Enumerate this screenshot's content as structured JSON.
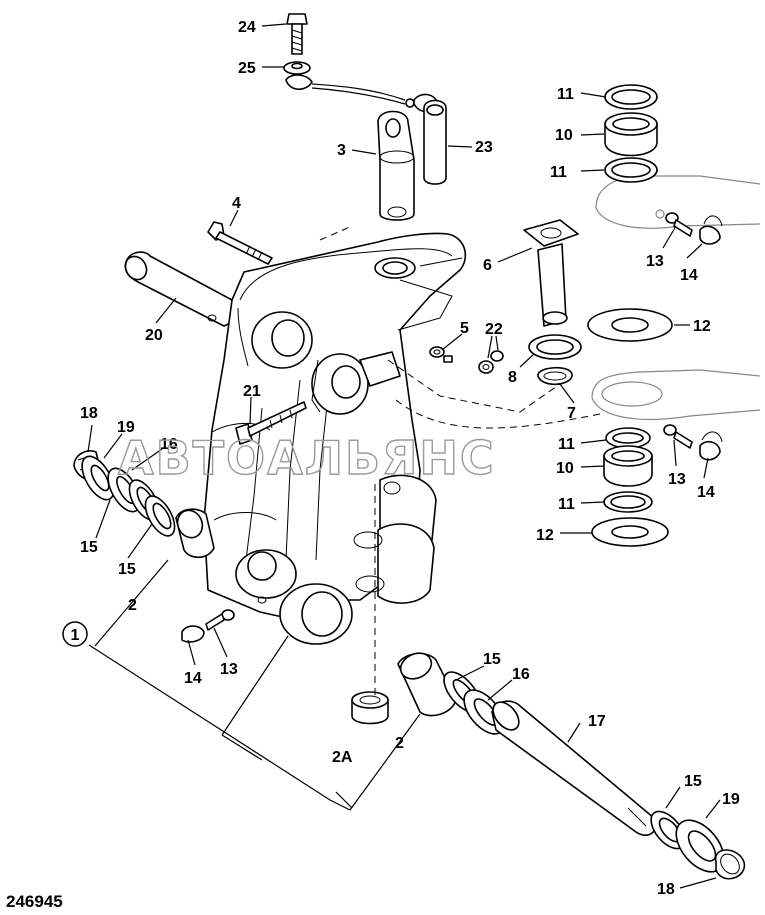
{
  "figure_number": "246945",
  "watermark": "АВТОАЛЬЯНС",
  "callouts": {
    "c1": "1",
    "c2a": "2",
    "c2b": "2",
    "c2A": "2A",
    "c3": "3",
    "c4": "4",
    "c5": "5",
    "c6": "6",
    "c7": "7",
    "c8": "8",
    "c10a": "10",
    "c10b": "10",
    "c11a": "11",
    "c11b": "11",
    "c11c": "11",
    "c11d": "11",
    "c12a": "12",
    "c12b": "12",
    "c13a": "13",
    "c13b": "13",
    "c13c": "13",
    "c14a": "14",
    "c14b": "14",
    "c14c": "14",
    "c15a": "15",
    "c15b": "15",
    "c15c": "15",
    "c15d": "15",
    "c16a": "16",
    "c16b": "16",
    "c17": "17",
    "c18a": "18",
    "c18b": "18",
    "c19a": "19",
    "c19b": "19",
    "c20": "20",
    "c21": "21",
    "c22": "22",
    "c23": "23",
    "c24": "24",
    "c25": "25"
  }
}
